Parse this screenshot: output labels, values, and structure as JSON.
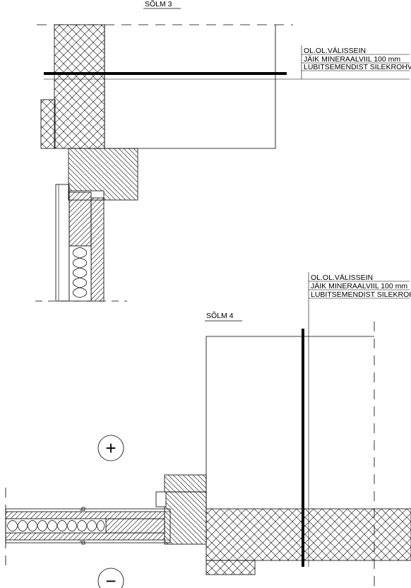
{
  "detail_3": {
    "title": "SÕLM 3",
    "legend": [
      "OL.OL.VÄLISSEIN",
      "JÄIK MINERAALVIIL 100 mm",
      "LUBITSEMENDIST SILEKROHV"
    ]
  },
  "detail_4": {
    "title": "SÕLM 4",
    "legend": [
      "OL.OL.VÄLISSEIN",
      "JÄIK MINERAALVIIL 100 mm",
      "LUBITSEMENDIST SILEKROHV"
    ],
    "plus_symbol": "+",
    "minus_symbol": "−"
  },
  "colors": {
    "line": "#000000",
    "background": "#ffffff"
  }
}
